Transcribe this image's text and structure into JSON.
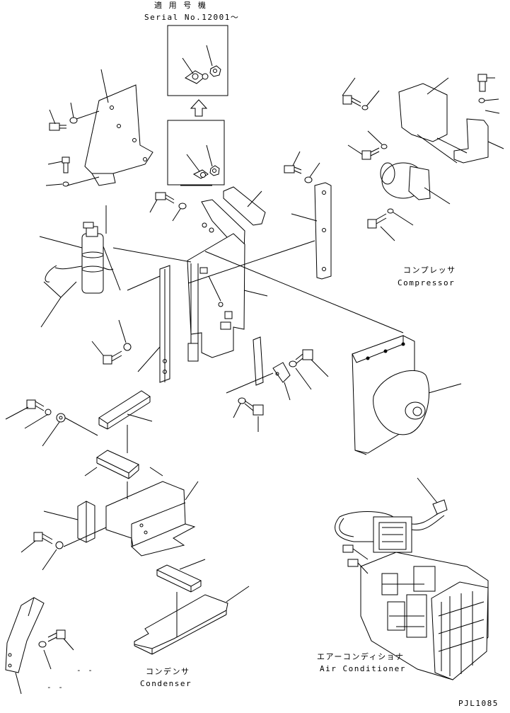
{
  "serial": {
    "jp": "適 用 号 機",
    "en": "Serial No.12001～"
  },
  "compressor": {
    "jp": "コンプレッサ",
    "en": "Compressor"
  },
  "condenser": {
    "jp": "コンデンサ",
    "en": "Condenser"
  },
  "air_conditioner": {
    "jp": "エアーコンディショナ",
    "en": "Air Conditioner"
  },
  "drawing_code": "PJL1085",
  "dash_marks": [
    "- -",
    "- -"
  ]
}
